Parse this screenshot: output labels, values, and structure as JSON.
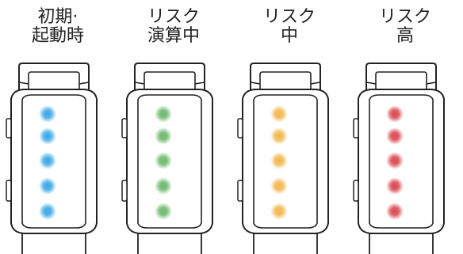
{
  "panels": [
    {
      "id": "initial",
      "line1": "初期·",
      "line2": "起動時",
      "led_color": "#3aa7e6"
    },
    {
      "id": "calculating",
      "line1": "リスク",
      "line2": "演算中",
      "led_color": "#6bb86a"
    },
    {
      "id": "medium",
      "line1": "リスク",
      "line2": "中",
      "led_color": "#f0b64a"
    },
    {
      "id": "high",
      "line1": "リスク",
      "line2": "高",
      "led_color": "#d9474f"
    }
  ],
  "led_count": 5
}
